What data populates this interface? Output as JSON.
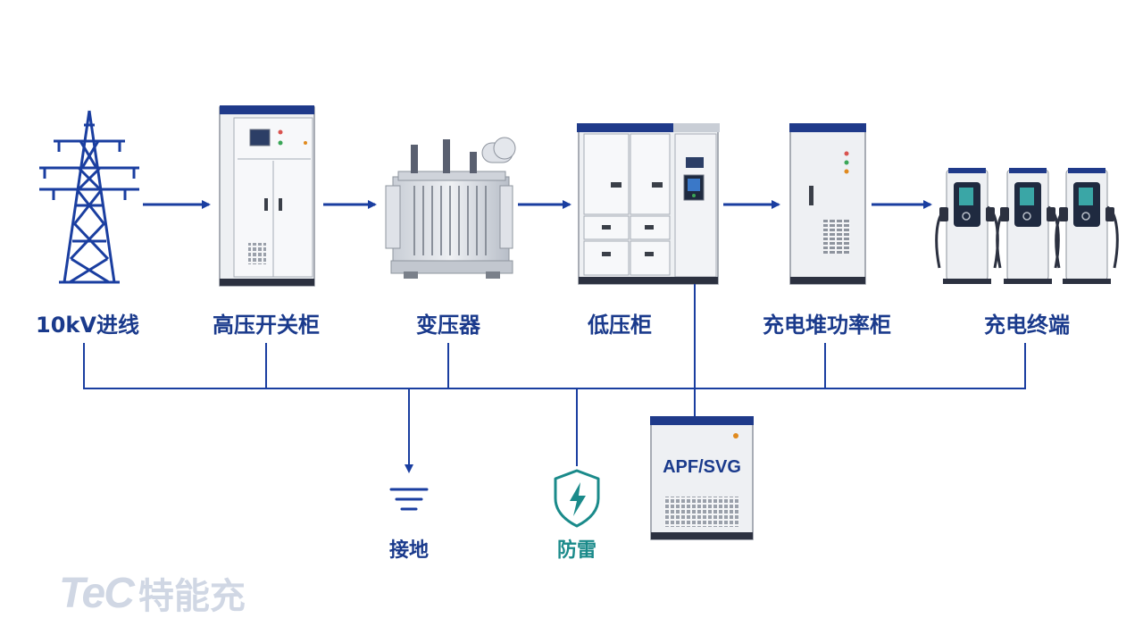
{
  "labels": {
    "incoming": "10kV进线",
    "hv_switchgear": "高压开关柜",
    "transformer": "变压器",
    "lv_cabinet": "低压柜",
    "power_cabinet": "充电堆功率柜",
    "terminal": "充电终端",
    "grounding": "接地",
    "lightning": "防雷",
    "apf": "APF/SVG"
  },
  "logo": {
    "brand": "TeC",
    "name": "特能充"
  },
  "colors": {
    "line": "#1a3ea0",
    "label": "#1a3a8c",
    "teal": "#1a8a8a",
    "cabinet": "#eef0f3",
    "cabinet_top": "#1f3a8a",
    "logo": "#d0d7e4"
  }
}
